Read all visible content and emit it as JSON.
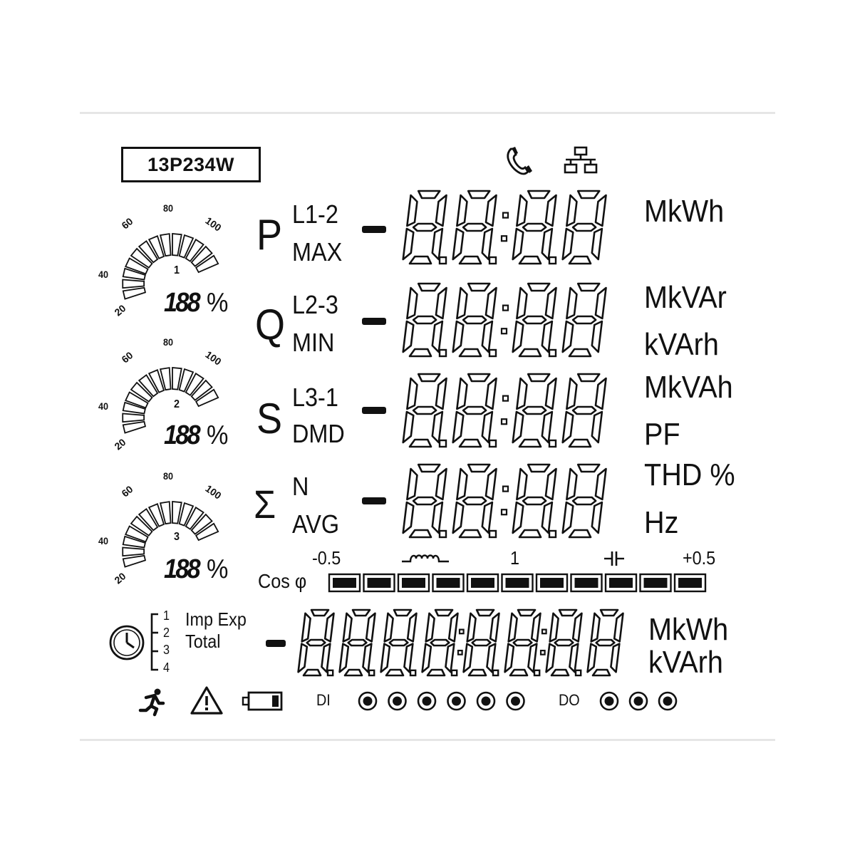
{
  "model_code": "13P234W",
  "icons": [
    "phone-icon",
    "network-icon",
    "clock-icon",
    "running-man-icon",
    "warning-icon",
    "battery-icon"
  ],
  "gauges": [
    {
      "index_label": "1",
      "ticks": [
        "20",
        "40",
        "60",
        "80",
        "100"
      ],
      "percent_text": "188",
      "percent_sign": "%"
    },
    {
      "index_label": "2",
      "ticks": [
        "20",
        "40",
        "60",
        "80",
        "100"
      ],
      "percent_text": "188",
      "percent_sign": "%"
    },
    {
      "index_label": "3",
      "ticks": [
        "20",
        "40",
        "60",
        "80",
        "100"
      ],
      "percent_text": "188",
      "percent_sign": "%"
    }
  ],
  "rows": [
    {
      "symbol": "P",
      "top_label": "L1-2",
      "bottom_label": "MAX",
      "minus": "-",
      "digits": "8888",
      "units_top": "MkWh",
      "units_bottom": ""
    },
    {
      "symbol": "Q",
      "top_label": "L2-3",
      "bottom_label": "MIN",
      "minus": "-",
      "digits": "8888",
      "units_top": "MkVAr",
      "units_bottom": "kVArh"
    },
    {
      "symbol": "S",
      "top_label": "L3-1",
      "bottom_label": "DMD",
      "minus": "-",
      "digits": "8888",
      "units_top": "MkVAh",
      "units_bottom": "PF"
    },
    {
      "symbol": "Σ",
      "top_label": "N",
      "bottom_label": "AVG",
      "minus": "-",
      "digits": "8888",
      "units_top": "THD %",
      "units_bottom": "Hz"
    }
  ],
  "cos_phi": {
    "label": "Cos φ",
    "scale_left": "-0.5",
    "scale_center": "1",
    "scale_right": "+0.5",
    "segment_count": 11
  },
  "energy": {
    "tariffs": [
      "1",
      "2",
      "3",
      "4"
    ],
    "imp_exp": "Imp Exp",
    "total": "Total",
    "minus": "-",
    "digits": "88888888",
    "unit_top": "MkWh",
    "unit_bottom": "kVArh"
  },
  "io": {
    "di_label": "DI",
    "di_count": 6,
    "do_label": "DO",
    "do_count": 3
  }
}
